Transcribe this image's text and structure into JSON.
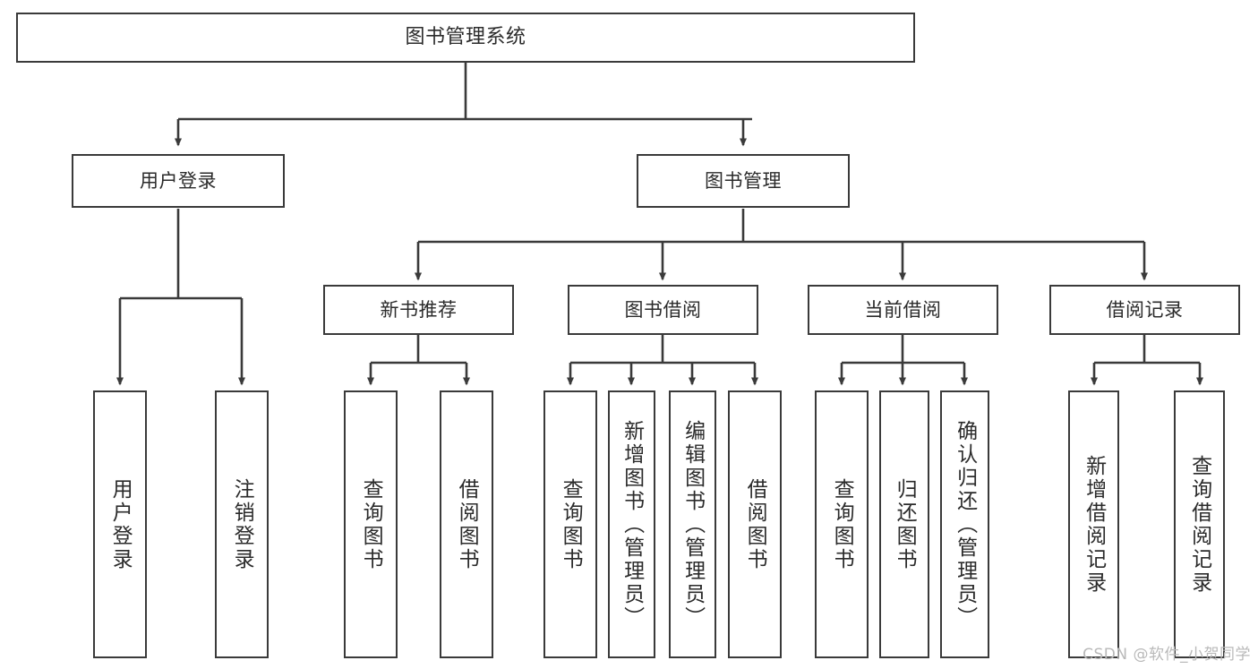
{
  "diagram": {
    "title": "图书管理系统",
    "watermark": "CSDN @软件_小贺同学",
    "colors": {
      "stroke": "#3a3a3a",
      "fill": "#ffffff",
      "text": "#2b2b2b",
      "watermark": "#b9b9b9"
    },
    "nodes": {
      "root": {
        "label": "图书管理系统"
      },
      "level1": [
        {
          "label": "用户登录"
        },
        {
          "label": "图书管理"
        }
      ],
      "level2": [
        {
          "label": "新书推荐"
        },
        {
          "label": "图书借阅"
        },
        {
          "label": "当前借阅"
        },
        {
          "label": "借阅记录"
        }
      ],
      "leaves": {
        "user_login": [
          {
            "label": "用户登录"
          },
          {
            "label": "注销登录"
          }
        ],
        "new_book_recommend": [
          {
            "label": "查询图书"
          },
          {
            "label": "借阅图书"
          }
        ],
        "book_borrow": [
          {
            "label": "查询图书"
          },
          {
            "label": "新增图书（管理员）"
          },
          {
            "label": "编辑图书（管理员）"
          },
          {
            "label": "借阅图书"
          }
        ],
        "current_borrow": [
          {
            "label": "查询图书"
          },
          {
            "label": "归还图书"
          },
          {
            "label": "确认归还（管理员）"
          }
        ],
        "borrow_record": [
          {
            "label": "新增借阅记录"
          },
          {
            "label": "查询借阅记录"
          }
        ]
      }
    }
  }
}
